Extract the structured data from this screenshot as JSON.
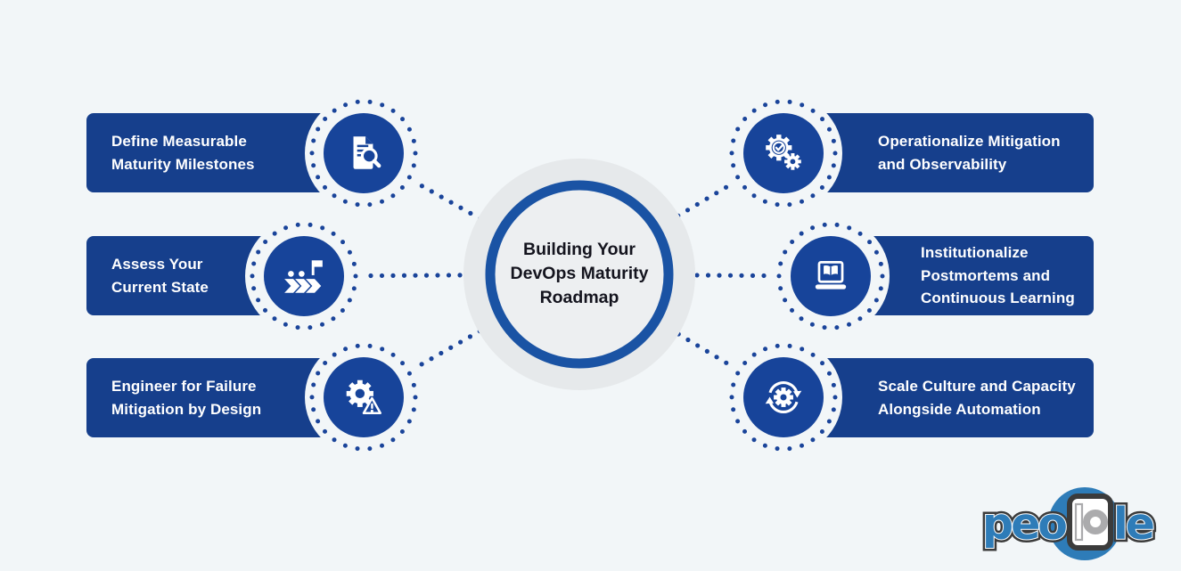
{
  "center": {
    "title_lines": [
      "Building Your",
      "DevOps Maturity",
      "Roadmap"
    ]
  },
  "steps": [
    {
      "side": "left",
      "icon": "document-search-icon",
      "label_lines": [
        "Define Measurable",
        "Maturity Milestones"
      ]
    },
    {
      "side": "left",
      "icon": "milestone-journey-icon",
      "label_lines": [
        "Assess Your",
        "Current State"
      ]
    },
    {
      "side": "left",
      "icon": "gear-warning-icon",
      "label_lines": [
        "Engineer for Failure",
        "Mitigation by Design"
      ]
    },
    {
      "side": "right",
      "icon": "gears-check-icon",
      "label_lines": [
        "Operationalize Mitigation",
        "and Observability"
      ]
    },
    {
      "side": "right",
      "icon": "laptop-book-icon",
      "label_lines": [
        "Institutionalize",
        "Postmortems and",
        "Continuous Learning"
      ]
    },
    {
      "side": "right",
      "icon": "gear-cycle-icon",
      "label_lines": [
        "Scale Culture and Capacity",
        "Alongside Automation"
      ]
    }
  ],
  "logo": {
    "brand": "people"
  },
  "colors": {
    "bg": "#F2F6F8",
    "navy": "#163F8C",
    "badge": "#17449A",
    "dots": "#1A449A",
    "ring": "#1A53A4",
    "halo": "#E6E9EB",
    "inner": "#EDEFF1",
    "title": "#14141E",
    "logo_blue": "#2E7CB8",
    "logo_outline": "#3B3B3B",
    "logo_gray": "#ABABAD"
  }
}
